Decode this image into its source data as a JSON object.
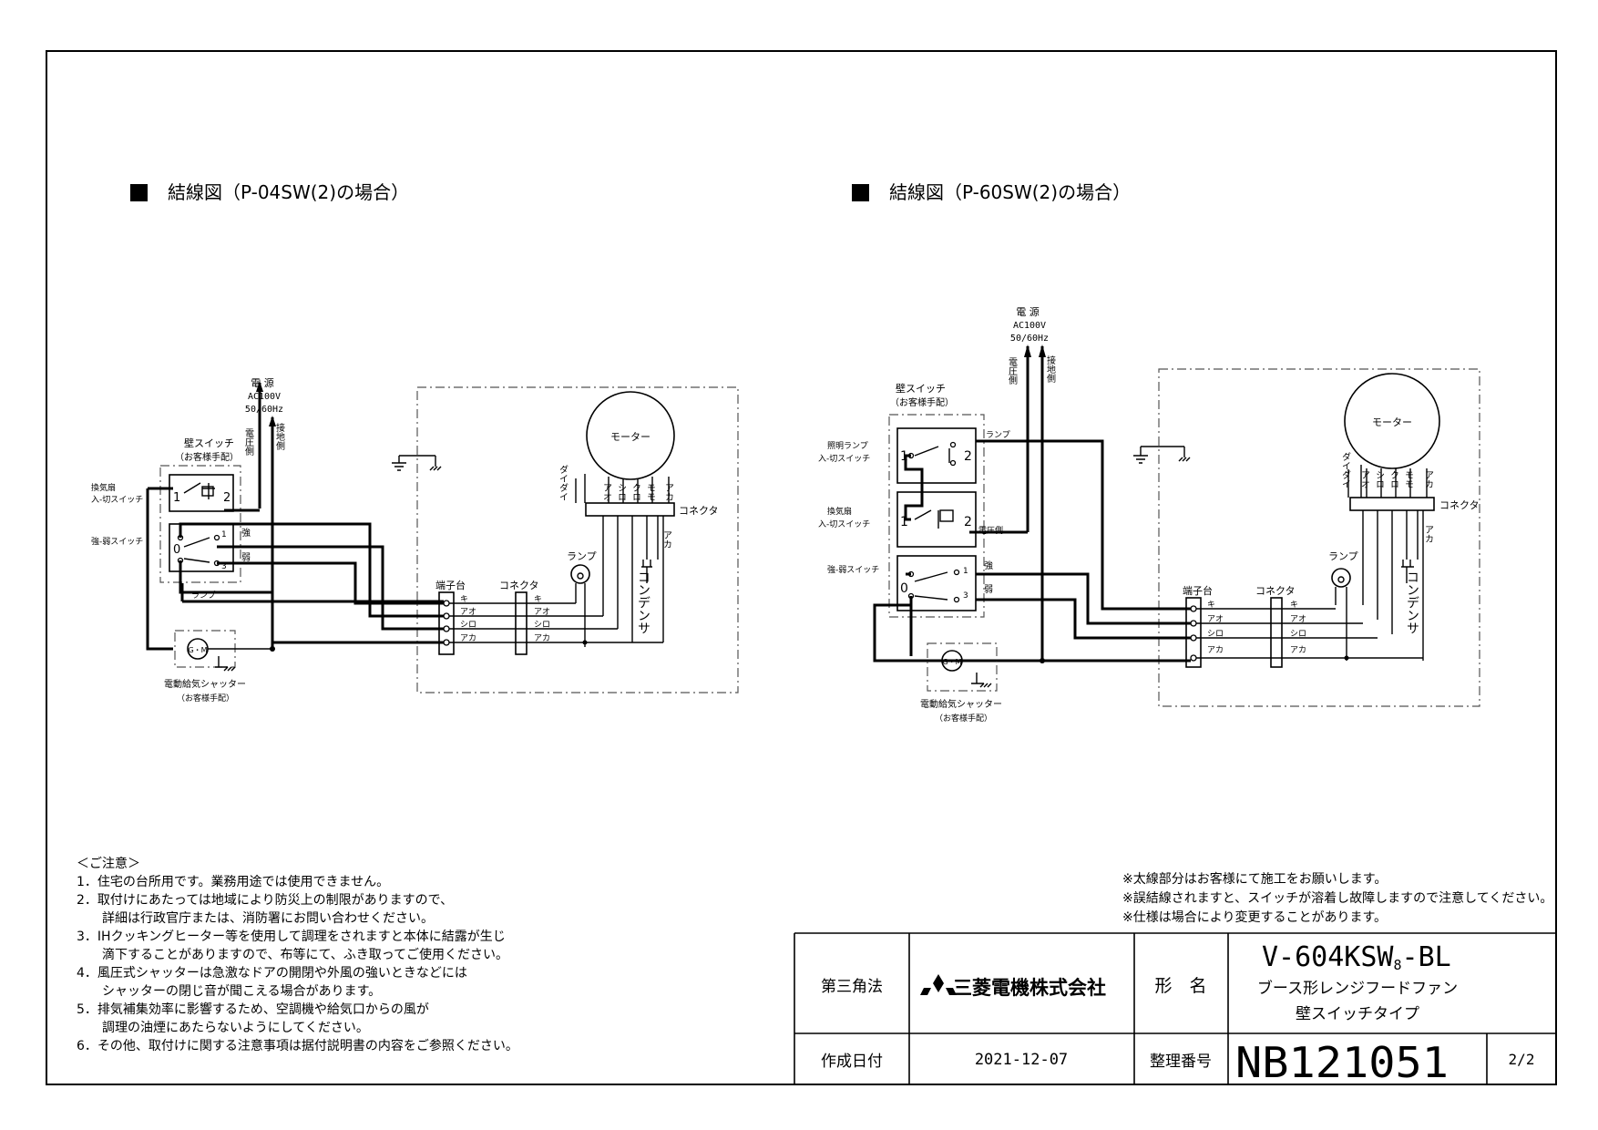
{
  "diagrams": [
    {
      "title": "結線図（P-04SW(2)の場合）",
      "power": {
        "label": "電 源",
        "spec1": "AC100V",
        "spec2": "50/60Hz",
        "voltage_side": "電圧側",
        "ground_side": "接地側"
      },
      "wall_switch": {
        "title": "壁スイッチ",
        "note": "（お客様手配）"
      },
      "fan_switch_label": "換気扇\n入-切スイッチ",
      "strong_weak_label": "強-弱スイッチ",
      "strong": "強",
      "weak": "弱",
      "lamp": "ランプ",
      "lamp_box": "ランプ",
      "motor": "モーター",
      "motor_wires": [
        "ダイダイ",
        "アオ",
        "シロ",
        "クロ",
        "モモ",
        "アカ"
      ],
      "connector": "コネクタ",
      "connector2": "コネクタ",
      "aka": "アカ",
      "capacitor": "コンデンサ",
      "terminal_block": "端子台",
      "terminals": [
        "キ",
        "アオ",
        "シロ",
        "アカ"
      ],
      "gm": "G・M",
      "shutter": "電動給気シャッター",
      "shutter_note": "（お客様手配）",
      "sw_nums": [
        "1",
        "2",
        "0",
        "1",
        "3"
      ]
    },
    {
      "title": "結線図（P-60SW(2)の場合）",
      "power": {
        "label": "電 源",
        "spec1": "AC100V",
        "spec2": "50/60Hz",
        "voltage_side": "電圧側",
        "ground_side": "接地側"
      },
      "wall_switch": {
        "title": "壁スイッチ",
        "note": "（お客様手配）"
      },
      "light_switch_label": "照明ランプ\n入-切スイッチ",
      "fan_switch_label": "換気扇\n入-切スイッチ",
      "strong_weak_label": "強-弱スイッチ",
      "strong": "強",
      "weak": "弱",
      "lamp": "ランプ",
      "lamp_box": "ランプ",
      "voltage_side_wire": "電圧側",
      "motor": "モーター",
      "motor_wires": [
        "ダイダイ",
        "アオ",
        "シロ",
        "クロ",
        "モモ",
        "アカ"
      ],
      "connector": "コネクタ",
      "connector2": "コネクタ",
      "aka": "アカ",
      "capacitor": "コンデンサ",
      "terminal_block": "端子台",
      "terminals": [
        "キ",
        "アオ",
        "シロ",
        "アカ"
      ],
      "gm": "G・M",
      "shutter": "電動給気シャッター",
      "shutter_note": "（お客様手配）",
      "sw_nums": [
        "1",
        "2",
        "1",
        "2",
        "0",
        "1",
        "3"
      ]
    }
  ],
  "notes": {
    "heading": "＜ご注意＞",
    "items": [
      "1．住宅の台所用です。業務用途では使用できません。",
      "2．取付けにあたっては地域により防災上の制限がありますので、",
      "　　詳細は行政官庁または、消防署にお問い合わせください。",
      "3．IHクッキングヒーター等を使用して調理をされますと本体に結露が生じ",
      "　　滴下することがありますので、布等にて、ふき取ってご使用ください。",
      "4．風圧式シャッターは急激なドアの開閉や外風の強いときなどには",
      "　　シャッターの閉じ音が聞こえる場合があります。",
      "5．排気補集効率に影響するため、空調機や給気口からの風が",
      "　　調理の油煙にあたらないようにしてください。",
      "6．その他、取付けに関する注意事項は据付説明書の内容をご参照ください。"
    ]
  },
  "remarks": [
    "※太線部分はお客様にて施工をお願いします。",
    "※誤結線されますと、スイッチが溶着し故障しますので注意してください。",
    "※仕様は場合により変更することがあります。"
  ],
  "title_block": {
    "projection": "第三角法",
    "company": "三菱電機株式会社",
    "model_label": "形　名",
    "model_code": "V-604KSW",
    "model_sub": "8",
    "model_suffix": "-BL",
    "product_name_1": "ブース形レンジフードファン",
    "product_name_2": "壁スイッチタイプ",
    "date_label": "作成日付",
    "date": "2021-12-07",
    "doc_no_label": "整理番号",
    "doc_no": "NB121051",
    "page": "2/2"
  }
}
